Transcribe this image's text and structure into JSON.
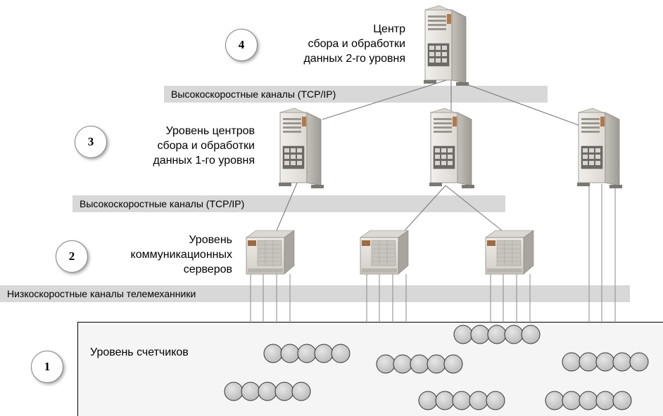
{
  "levels": {
    "l4": {
      "num": "4",
      "caption": [
        "Центр",
        "сбора и обработки",
        "данных 2-го уровня"
      ]
    },
    "l3": {
      "num": "3",
      "caption": [
        "Уровень центров",
        "сбора и обработки",
        "данных 1-го уровня"
      ]
    },
    "l2": {
      "num": "2",
      "caption": [
        "Уровень",
        "коммуникационных",
        "серверов"
      ]
    },
    "l1": {
      "num": "1",
      "caption": "Уровень счетчиков"
    }
  },
  "bands": {
    "top": "Высокоскоростные каналы (TCP/IP)",
    "middle": "Высокоскоростные каналы (TCP/IP)",
    "bottom": "Низкоскоростные каналы телемеханники"
  },
  "meter_groups_count": 7,
  "meters_per_group": 5,
  "colors": {
    "band": "#d8d8d8",
    "server": "#e3e0dc",
    "meter": "#c9c9c9",
    "line": "#7a7a7a"
  }
}
